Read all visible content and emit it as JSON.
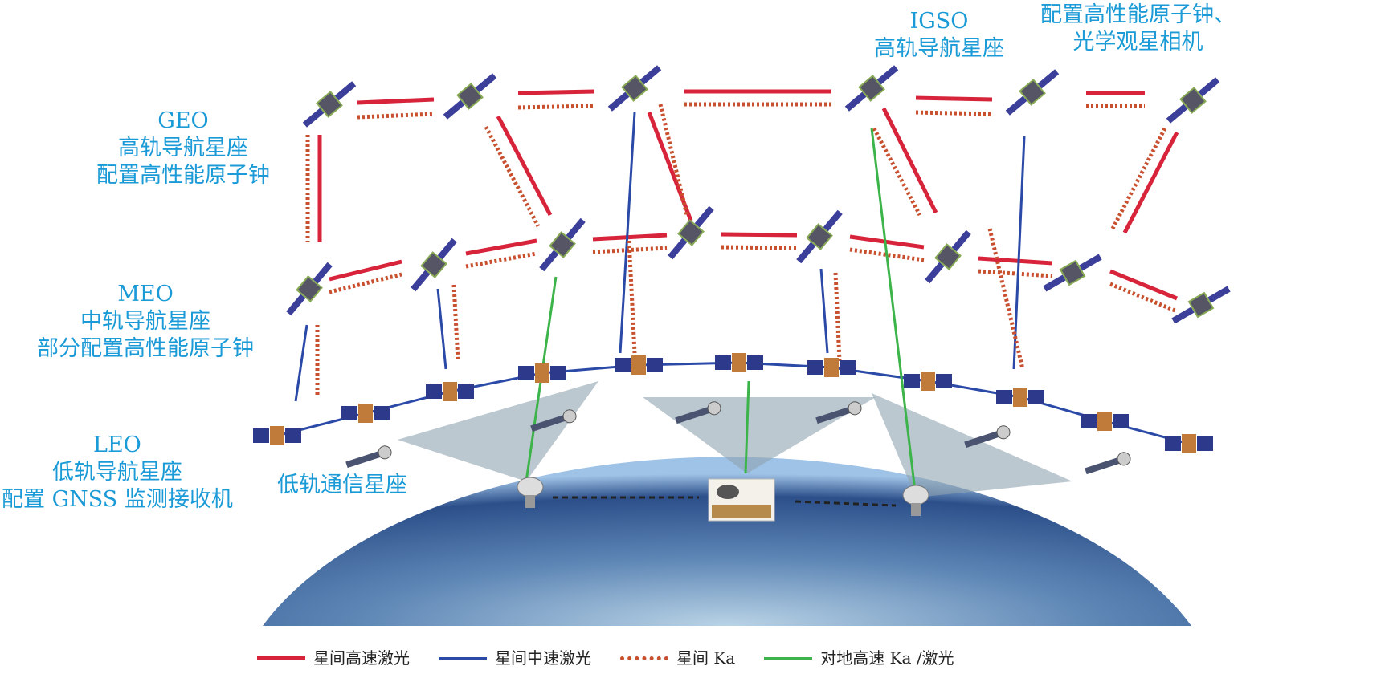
{
  "labels": {
    "geo": [
      "GEO",
      "高轨导航星座",
      "配置高性能原子钟"
    ],
    "meo": [
      "MEO",
      "中轨导航星座",
      "部分配置高性能原子钟"
    ],
    "leo": [
      "LEO",
      "低轨导航星座",
      "配置 GNSS 监测接收机"
    ],
    "igso": [
      "IGSO",
      "高轨导航星座"
    ],
    "igso_payload": [
      "配置高性能原子钟、",
      "光学观星相机"
    ],
    "leo_comm": "低轨通信星座"
  },
  "legend": [
    {
      "label": "星间高速激光",
      "style": "solid",
      "color": "#d7243a"
    },
    {
      "label": "星间中速激光",
      "style": "solid",
      "color": "#2b4aa8"
    },
    {
      "label": "星间 Ka",
      "style": "dotted",
      "color": "#c8502e"
    },
    {
      "label": "对地高速 Ka /激光",
      "style": "solid",
      "color": "#3cb44a"
    }
  ],
  "colors": {
    "text": "#1a9ad6",
    "red": "#d7243a",
    "blue": "#2b4aa8",
    "ka": "#c8502e",
    "green": "#3cb44a"
  }
}
